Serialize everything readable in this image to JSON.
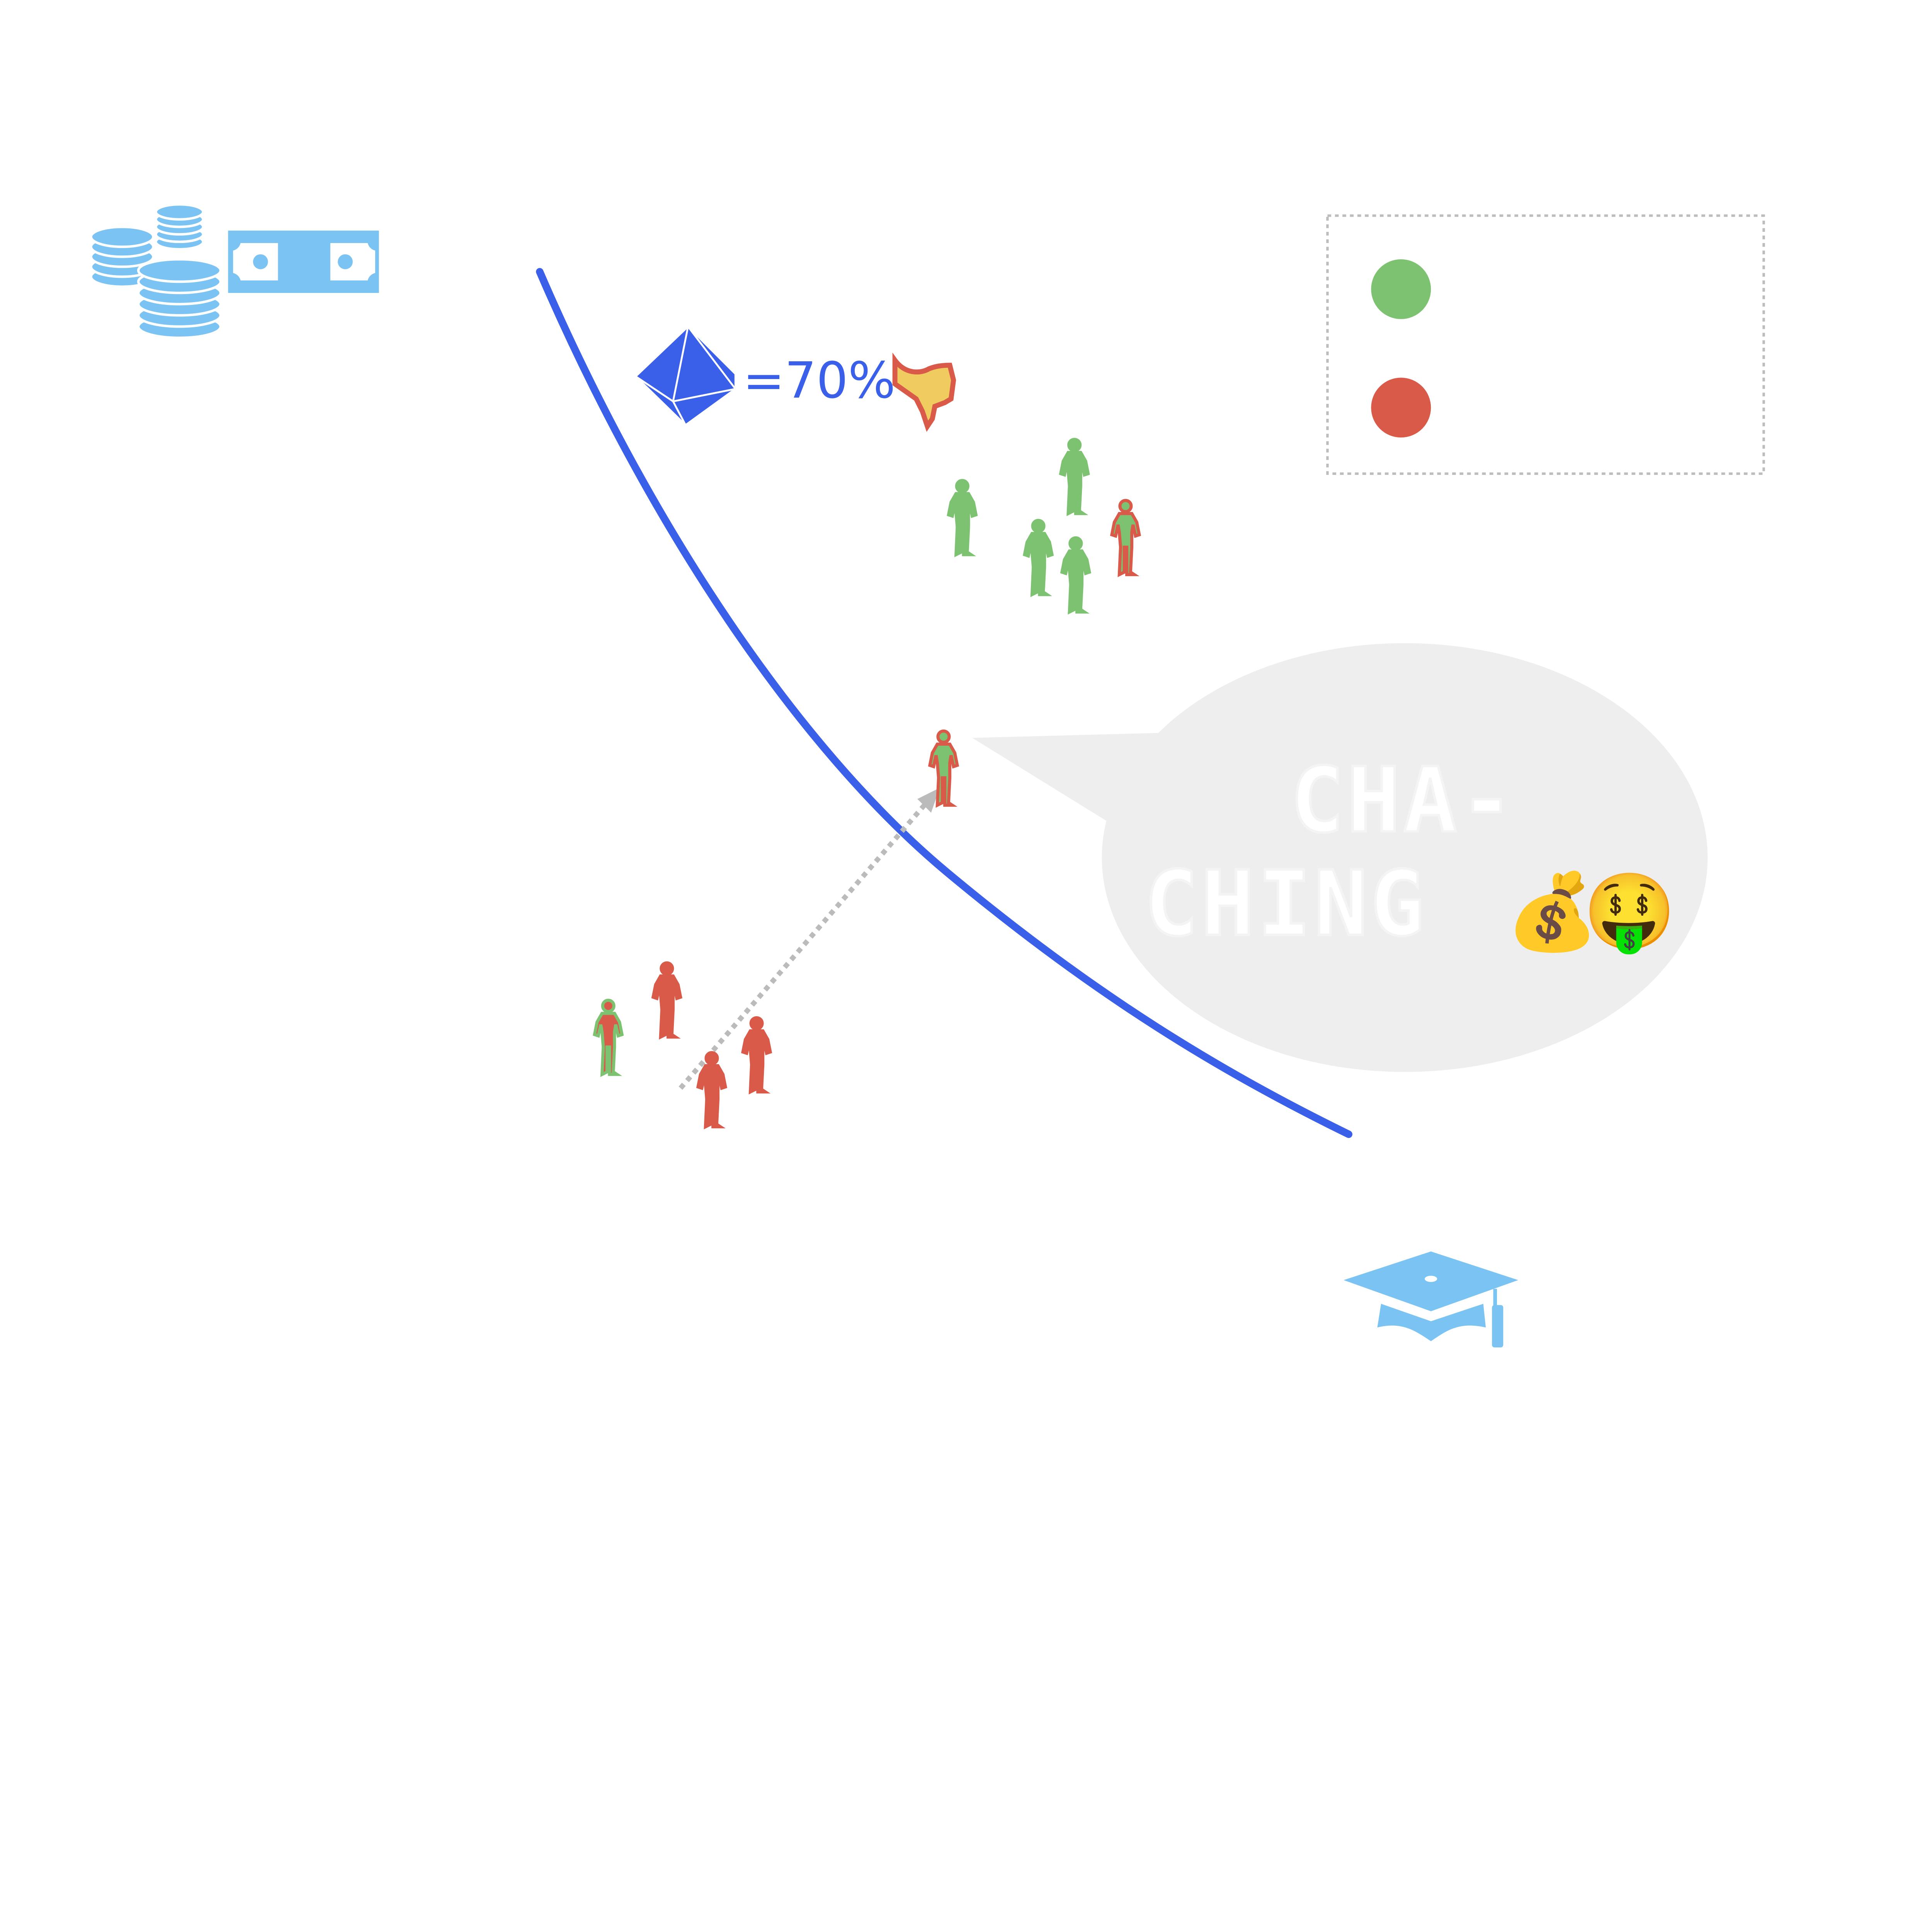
{
  "colors": {
    "curve": "#3a5fe8",
    "icon_light_blue": "#7bc3f2",
    "green": "#7dc270",
    "red": "#d95a48",
    "bubble": "#eeeeee",
    "legend_border": "#bdbdbd",
    "arrow": "#bbbbbb",
    "thumb_fill": "#f0cc60"
  },
  "icons": {
    "money": "coins-and-banknote-icon",
    "education": "graduation-cap-icon",
    "crypto": "ethereum-diamond-icon",
    "verdict": "thumbs-down-icon"
  },
  "annotation": {
    "equals_text": "=70%"
  },
  "legend": {
    "items": [
      {
        "color": "green"
      },
      {
        "color": "red"
      }
    ]
  },
  "speech_bubble": {
    "line1": "CHA-",
    "line2": "CHING",
    "emoji1": "💰",
    "emoji2": "🤑"
  },
  "people": {
    "upper_group": [
      {
        "fill": "green",
        "outline": "green"
      },
      {
        "fill": "green",
        "outline": "green"
      },
      {
        "fill": "green",
        "outline": "green"
      },
      {
        "fill": "green",
        "outline": "green"
      },
      {
        "fill": "green",
        "outline": "red"
      }
    ],
    "middle": {
      "fill": "green",
      "outline": "red"
    },
    "lower_group": [
      {
        "fill": "red",
        "outline": "green"
      },
      {
        "fill": "red",
        "outline": "red"
      },
      {
        "fill": "red",
        "outline": "red"
      },
      {
        "fill": "red",
        "outline": "red"
      }
    ]
  }
}
